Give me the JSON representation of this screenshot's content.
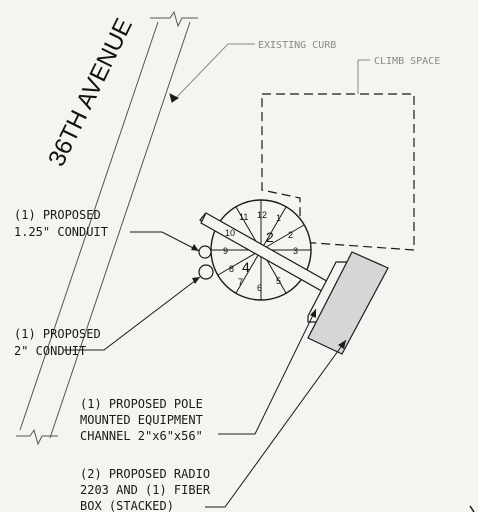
{
  "street_name": "36TH AVENUE",
  "labels": {
    "existing_curb": "EXISTING CURB",
    "climb_space": "CLIMB SPACE",
    "conduit_125": [
      "(1) PROPOSED",
      "1.25\" CONDUIT"
    ],
    "conduit_2": [
      "(1) PROPOSED",
      "2\" CONDUIT"
    ],
    "equipment_channel": [
      "(1) PROPOSED POLE",
      "MOUNTED EQUIPMENT",
      "CHANNEL 2\"x6\"x56\""
    ],
    "radio_fiber": [
      "(2) PROPOSED RADIO",
      "2203 AND (1) FIBER",
      "BOX (STACKED)"
    ]
  },
  "pole_sectors": {
    "s11": "11",
    "s12": "12",
    "s1": "1",
    "s2": "2",
    "s3": "3",
    "s4": "4",
    "s5": "5",
    "s6": "6",
    "s7": "7",
    "s8": "8",
    "s9": "9",
    "s10": "10"
  },
  "colors": {
    "ink": "#1a1a1a",
    "light_ink": "#8a8a8a",
    "background": "#f4f4f1",
    "box_fill": "#d6d6d6"
  }
}
